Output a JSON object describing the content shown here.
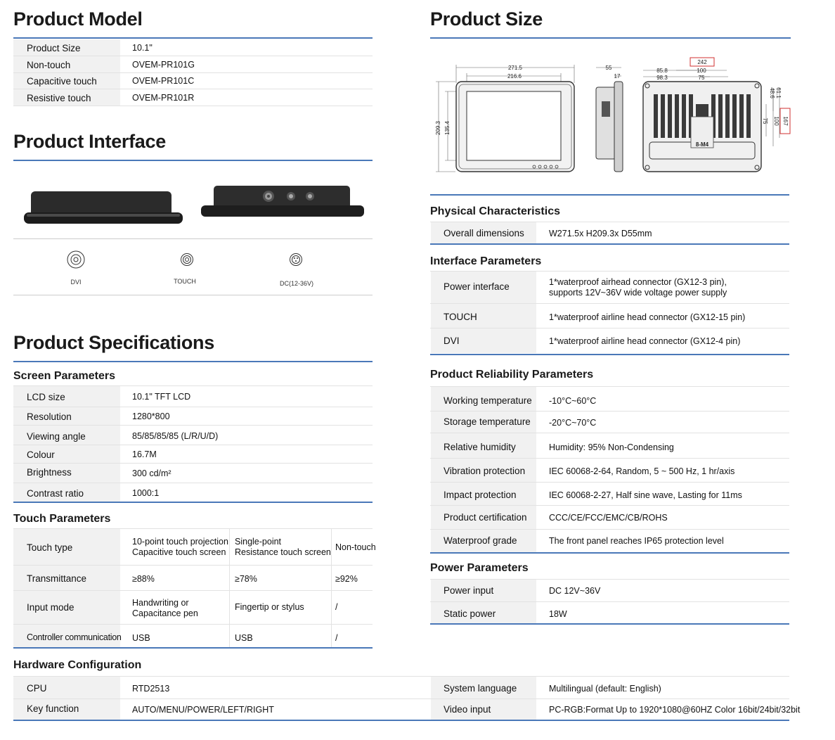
{
  "model": {
    "title": "Product Model",
    "rows": [
      {
        "label": "Product Size",
        "value": "10.1\""
      },
      {
        "label": "Non-touch",
        "value": "OVEM-PR101G"
      },
      {
        "label": "Capacitive touch",
        "value": "OVEM-PR101C"
      },
      {
        "label": "Resistive touch",
        "value": "OVEM-PR101R"
      }
    ]
  },
  "interface": {
    "title": "Product Interface",
    "ports": [
      {
        "label": "DVI",
        "icon": "dvi-port-icon"
      },
      {
        "label": "TOUCH",
        "icon": "touch-port-icon"
      },
      {
        "label": "DC(12-36V)",
        "icon": "dc-port-icon"
      }
    ]
  },
  "size": {
    "title": "Product Size",
    "dims": {
      "front_w": "271.5",
      "front_inner_w": "216.6",
      "front_h": "209.3",
      "front_inner_h": "135.4",
      "side_d": "55",
      "side_d2": "17",
      "back_top": "242",
      "back_a": "85.8",
      "back_b": "100",
      "back_c": "98.3",
      "back_d": "75",
      "back_e": "48.6",
      "back_f": "61.1",
      "back_g": "75",
      "back_h": "100",
      "back_i": "167",
      "screw": "8-M4"
    }
  },
  "specs": {
    "title": "Product Specifications",
    "screen": {
      "title": "Screen Parameters",
      "rows": [
        {
          "label": "LCD size",
          "value": "10.1\" TFT LCD"
        },
        {
          "label": "Resolution",
          "value": "1280*800"
        },
        {
          "label": "Viewing angle",
          "value": "85/85/85/85  (L/R/U/D)"
        },
        {
          "label": "Colour",
          "value": "16.7M"
        },
        {
          "label": "Brightness",
          "value": "300 cd/m²"
        },
        {
          "label": "Contrast ratio",
          "value": "1000:1"
        }
      ]
    },
    "touch": {
      "title": "Touch Parameters",
      "rows": [
        {
          "label": "Touch type",
          "c1": "10-point touch projection\nCapacitive touch screen",
          "c2": "Single-point\nResistance touch screen",
          "c3": "Non-touch"
        },
        {
          "label": "Transmittance",
          "c1": "≥88%",
          "c2": "≥78%",
          "c3": "≥92%"
        },
        {
          "label": "Input mode",
          "c1": "Handwriting or\nCapacitance pen",
          "c2": "Fingertip or stylus",
          "c3": "/"
        },
        {
          "label": "Controller communication",
          "c1": "USB",
          "c2": "USB",
          "c3": "/"
        }
      ]
    },
    "hardware": {
      "title": "Hardware Configuration",
      "left": [
        {
          "label": "CPU",
          "value": "RTD2513"
        },
        {
          "label": "Key function",
          "value": "AUTO/MENU/POWER/LEFT/RIGHT"
        }
      ],
      "right": [
        {
          "label": "System language",
          "value": "Multilingual (default: English)"
        },
        {
          "label": "Video input",
          "value": "PC-RGB:Format Up to 1920*1080@60HZ  Color 16bit/24bit/32bit"
        }
      ]
    }
  },
  "physical": {
    "title": "Physical Characteristics",
    "rows": [
      {
        "label": "Overall dimensions",
        "value": "W271.5x H209.3x D55mm"
      }
    ]
  },
  "iface_params": {
    "title": "Interface Parameters",
    "rows": [
      {
        "label": "Power interface",
        "value": "1*waterproof airhead connector (GX12-3 pin),\nsupports 12V~36V wide voltage power supply"
      },
      {
        "label": "TOUCH",
        "value": "1*waterproof airline head connector (GX12-15 pin)"
      },
      {
        "label": "DVI",
        "value": "1*waterproof airline head connector (GX12-4 pin)"
      }
    ]
  },
  "reliability": {
    "title": "Product Reliability Parameters",
    "rows": [
      {
        "label": "Working temperature",
        "value": "-10°C~60°C"
      },
      {
        "label": "Storage temperature",
        "value": "-20°C~70°C"
      },
      {
        "label": "Relative humidity",
        "value": "Humidity: 95% Non-Condensing"
      },
      {
        "label": "Vibration protection",
        "value": "IEC 60068-2-64, Random, 5 ~ 500 Hz, 1 hr/axis"
      },
      {
        "label": "Impact protection",
        "value": "IEC 60068-2-27, Half sine wave, Lasting for 11ms"
      },
      {
        "label": "Product certification",
        "value": "CCC/CE/FCC/EMC/CB/ROHS"
      },
      {
        "label": "Waterproof grade",
        "value": "The front panel reaches IP65 protection level"
      }
    ]
  },
  "power": {
    "title": "Power Parameters",
    "rows": [
      {
        "label": "Power input",
        "value": "DC 12V~36V"
      },
      {
        "label": "Static power",
        "value": "18W"
      }
    ]
  }
}
